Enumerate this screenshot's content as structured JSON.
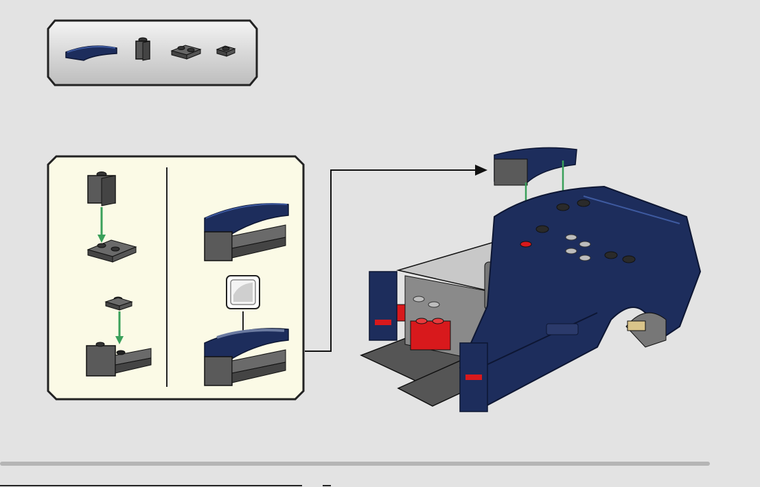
{
  "page": {
    "background_color": "#e3e3e3",
    "callout_color": "#fbfae6"
  },
  "parts_list": {
    "items": [
      {
        "name": "dark-blue-curved-slope-icon"
      },
      {
        "name": "trans-black-brick-1x1-icon"
      },
      {
        "name": "dark-grey-plate-1x2-icon"
      },
      {
        "name": "dark-grey-plate-1x1-icon"
      }
    ]
  },
  "subassembly": {
    "steps_left": [
      {
        "name": "attach-1x1-brick-to-plate"
      },
      {
        "name": "attach-plate-to-bracket"
      }
    ],
    "steps_right": [
      {
        "name": "curved-slope-on-bracket"
      },
      {
        "name": "apply-sticker"
      }
    ]
  },
  "main_model": {
    "name": "dark-blue-sports-car",
    "accent_color": "#1d2d5c",
    "red_color": "#d8191c"
  }
}
